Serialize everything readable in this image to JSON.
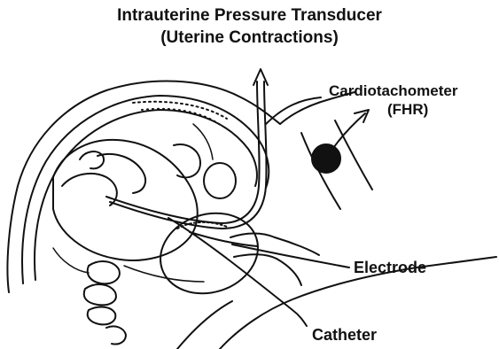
{
  "labels": {
    "transducer_line1": "Intrauterine Pressure Transducer",
    "transducer_line2": "(Uterine Contractions)",
    "cardio_line1": "Cardiotachometer",
    "cardio_line2": "(FHR)",
    "electrode": "Electrode",
    "catheter": "Catheter"
  },
  "colors": {
    "ink": "#111111",
    "paper": "#ffffff"
  }
}
